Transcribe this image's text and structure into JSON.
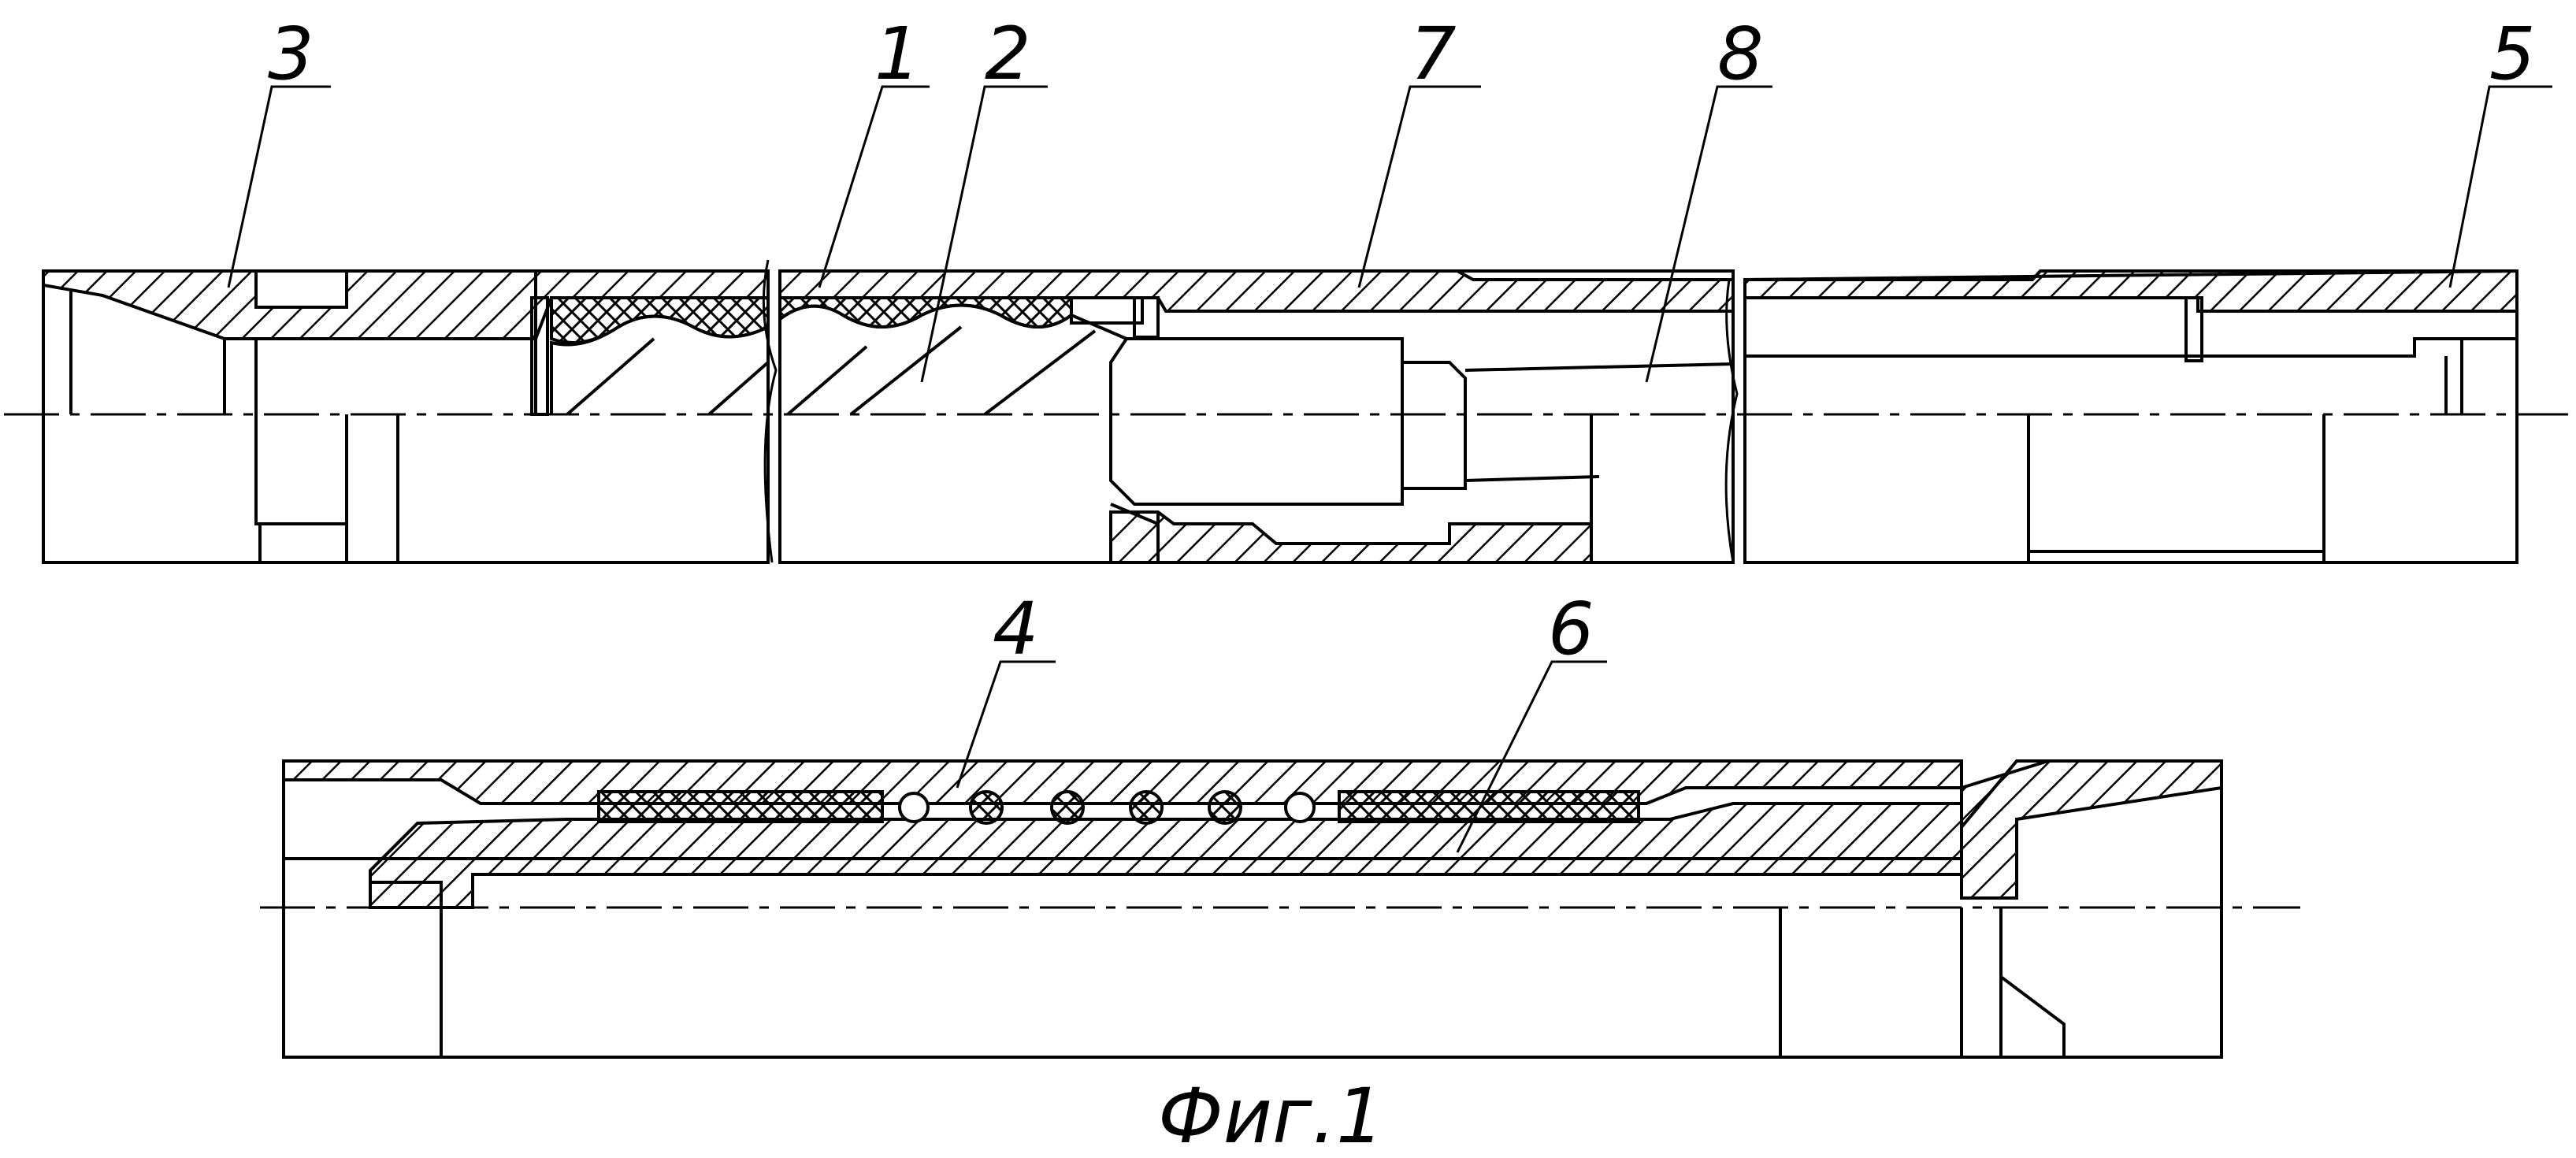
{
  "figure": {
    "caption": "Фиг.1",
    "callouts": [
      {
        "id": "c3",
        "text": "3"
      },
      {
        "id": "c1",
        "text": "1"
      },
      {
        "id": "c2",
        "text": "2"
      },
      {
        "id": "c7",
        "text": "7"
      },
      {
        "id": "c8",
        "text": "8"
      },
      {
        "id": "c5",
        "text": "5"
      },
      {
        "id": "c4",
        "text": "4"
      },
      {
        "id": "c6",
        "text": "6"
      }
    ]
  }
}
